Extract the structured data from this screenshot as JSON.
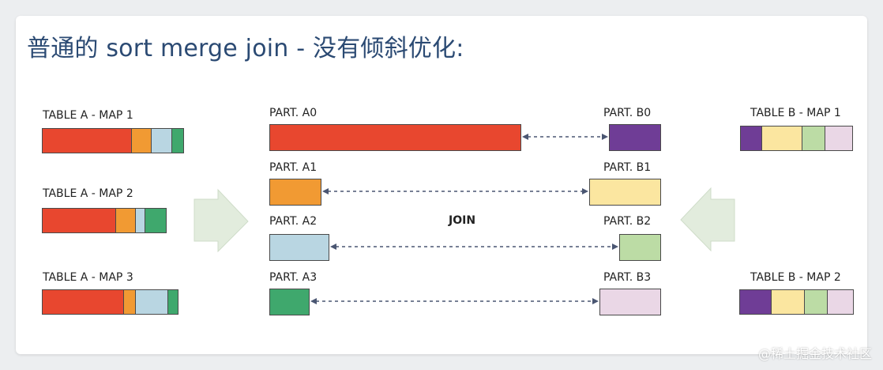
{
  "title": "普通的 sort merge join - 没有倾斜优化:",
  "colors": {
    "red": "#e8472f",
    "orange": "#f19a33",
    "lightblue": "#b9d6e2",
    "green": "#3fa86d",
    "purple": "#6f3d96",
    "yellow": "#fbe6a0",
    "lightgreen": "#bcdca5",
    "pink": "#ead7e6",
    "arrow_fill": "#e2ecdd"
  },
  "map_a": [
    {
      "label": "TABLE A - MAP 1",
      "segments": [
        {
          "color": "red",
          "value": 0.64
        },
        {
          "color": "orange",
          "value": 0.14
        },
        {
          "color": "lightblue",
          "value": 0.14
        },
        {
          "color": "green",
          "value": 0.08
        }
      ]
    },
    {
      "label": "TABLE A - MAP 2",
      "segments": [
        {
          "color": "red",
          "value": 0.6
        },
        {
          "color": "orange",
          "value": 0.16
        },
        {
          "color": "lightblue",
          "value": 0.07
        },
        {
          "color": "green",
          "value": 0.17
        }
      ]
    },
    {
      "label": "TABLE A - MAP 3",
      "segments": [
        {
          "color": "red",
          "value": 0.61
        },
        {
          "color": "orange",
          "value": 0.08
        },
        {
          "color": "lightblue",
          "value": 0.24
        },
        {
          "color": "green",
          "value": 0.07
        }
      ]
    }
  ],
  "map_b": [
    {
      "label": "TABLE B - MAP 1",
      "segments": [
        {
          "color": "purple",
          "value": 0.19
        },
        {
          "color": "yellow",
          "value": 0.36
        },
        {
          "color": "lightgreen",
          "value": 0.2
        },
        {
          "color": "pink",
          "value": 0.25
        }
      ]
    },
    {
      "label": "TABLE B - MAP 2",
      "segments": [
        {
          "color": "purple",
          "value": 0.28
        },
        {
          "color": "yellow",
          "value": 0.29
        },
        {
          "color": "lightgreen",
          "value": 0.2
        },
        {
          "color": "pink",
          "value": 0.23
        }
      ]
    }
  ],
  "parts_a": [
    {
      "label": "PART. A0",
      "color": "red"
    },
    {
      "label": "PART. A1",
      "color": "orange"
    },
    {
      "label": "PART. A2",
      "color": "lightblue"
    },
    {
      "label": "PART. A3",
      "color": "green"
    }
  ],
  "parts_b": [
    {
      "label": "PART. B0",
      "color": "purple"
    },
    {
      "label": "PART. B1",
      "color": "yellow"
    },
    {
      "label": "PART. B2",
      "color": "lightgreen"
    },
    {
      "label": "PART. B3",
      "color": "pink"
    }
  ],
  "join_label": "JOIN",
  "watermark": "@稀土掘金技术社区"
}
